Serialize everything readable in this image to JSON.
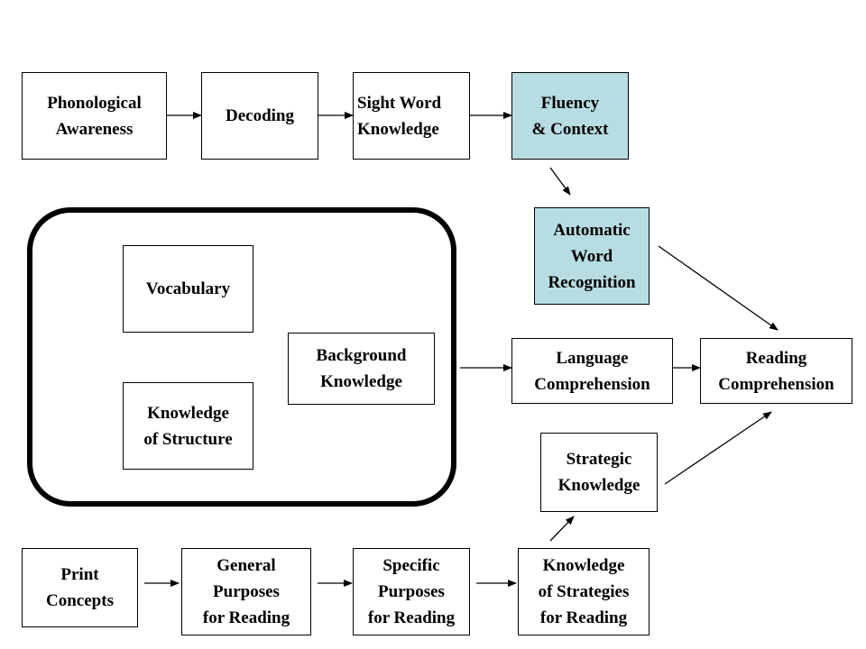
{
  "colors": {
    "highlight": "#b7dde2",
    "stroke": "#000000"
  },
  "nodes": {
    "phonological_awareness": "Phonological\nAwareness",
    "decoding": "Decoding",
    "sight_word_knowledge": "Sight Word\nKnowledge",
    "fluency_context": "Fluency\n& Context",
    "automatic_word_recognition": "Automatic\nWord\nRecognition",
    "vocabulary": "Vocabulary",
    "background_knowledge": "Background\nKnowledge",
    "knowledge_of_structure": "Knowledge\nof Structure",
    "language_comprehension": "Language\nComprehension",
    "reading_comprehension": "Reading\nComprehension",
    "strategic_knowledge": "Strategic\nKnowledge",
    "print_concepts": "Print\nConcepts",
    "general_purposes": "General\nPurposes\nfor Reading",
    "specific_purposes": "Specific\nPurposes\nfor Reading",
    "knowledge_of_strategies": "Knowledge\nof Strategies\nfor Reading"
  },
  "edges": [
    [
      "phonological_awareness",
      "decoding"
    ],
    [
      "decoding",
      "sight_word_knowledge"
    ],
    [
      "sight_word_knowledge",
      "fluency_context"
    ],
    [
      "fluency_context",
      "automatic_word_recognition"
    ],
    [
      "automatic_word_recognition",
      "reading_comprehension"
    ],
    [
      "knowledge_group",
      "language_comprehension"
    ],
    [
      "language_comprehension",
      "reading_comprehension"
    ],
    [
      "strategic_knowledge",
      "reading_comprehension"
    ],
    [
      "print_concepts",
      "general_purposes"
    ],
    [
      "general_purposes",
      "specific_purposes"
    ],
    [
      "specific_purposes",
      "knowledge_of_strategies"
    ],
    [
      "knowledge_of_strategies",
      "strategic_knowledge"
    ]
  ]
}
